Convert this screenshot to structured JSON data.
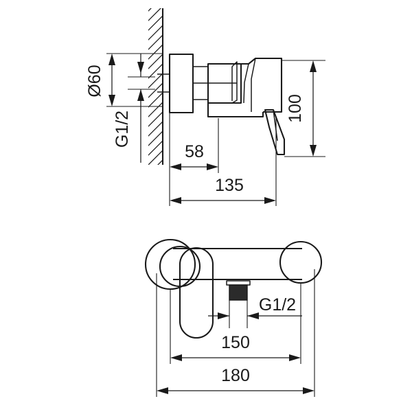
{
  "document": {
    "type": "technical-drawing",
    "subject": "wall-mounted single-lever shower mixer tap",
    "background_color": "#ffffff",
    "line_color": "#1a1a1a",
    "units": "mm"
  },
  "views": {
    "side": {
      "name": "side-elevation-view",
      "description": "side section view with wall hatching on left"
    },
    "front": {
      "name": "front-elevation-view",
      "description": "front view showing body, escutcheons and lever"
    }
  },
  "dimensions": {
    "diameter_escutcheon": "Ø60",
    "thread_side": "G1/2",
    "projection_short": "58",
    "projection_total": "135",
    "height": "100",
    "thread_front": "G1/2",
    "center_distance": "150",
    "overall_width": "180"
  }
}
